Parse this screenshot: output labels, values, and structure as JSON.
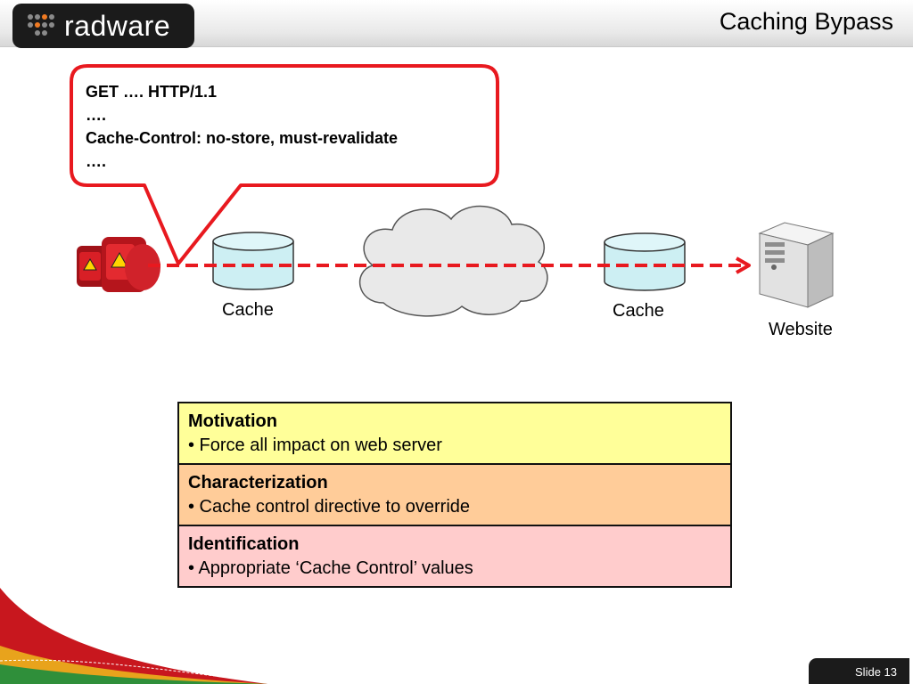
{
  "header": {
    "logo_text": "radware",
    "title": "Caching Bypass"
  },
  "callout": {
    "lines": [
      "GET …. HTTP/1.1",
      "….",
      "Cache-Control: no-store, must-revalidate",
      "…."
    ]
  },
  "nodes": {
    "cache_left_label": "Cache",
    "cache_right_label": "Cache",
    "website_label": "Website"
  },
  "table": {
    "rows": [
      {
        "title": "Motivation",
        "body": "• Force all impact on web server",
        "color": "#ffff99"
      },
      {
        "title": "Characterization",
        "body": "• Cache control directive to override",
        "color": "#ffcc99"
      },
      {
        "title": "Identification",
        "body": "• Appropriate ‘Cache Control’ values",
        "color": "#ffcccc"
      }
    ]
  },
  "footer": {
    "slide_number": "Slide 13"
  },
  "colors": {
    "accent_red": "#e8191f",
    "table_border": "#111111"
  }
}
